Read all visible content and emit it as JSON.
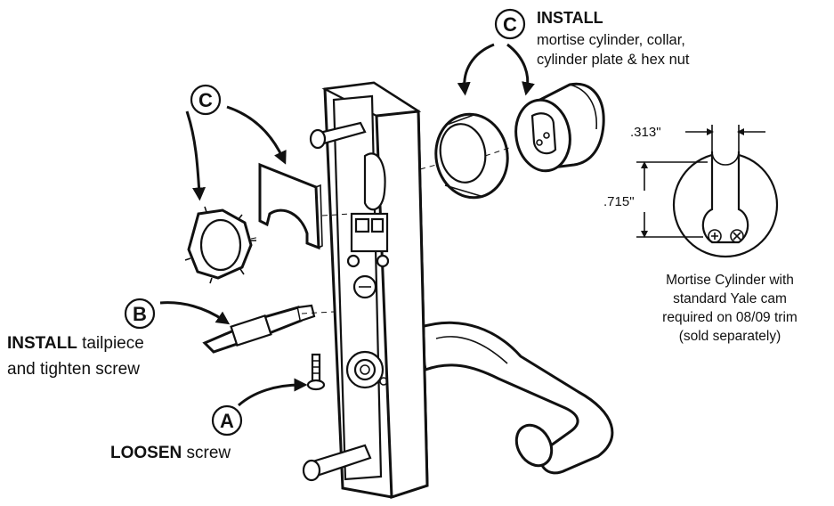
{
  "steps": {
    "install_cylinder": {
      "letter": "C",
      "heading": "INSTALL",
      "line1": "mortise cylinder, collar,",
      "line2": "cylinder plate & hex nut"
    },
    "install_plate": {
      "letter": "C"
    },
    "install_tailpiece": {
      "letter": "B",
      "heading": "INSTALL",
      "rest": " tailpiece",
      "line2": "and tighten screw"
    },
    "loosen_screw": {
      "letter": "A",
      "heading": "LOOSEN",
      "rest": " screw"
    }
  },
  "dimensions": {
    "width": ".313\"",
    "height": ".715\""
  },
  "cylinder_note": {
    "line1": "Mortise Cylinder with",
    "line2": "standard Yale cam",
    "line3": "required on 08/09 trim",
    "line4": "(sold separately)"
  }
}
